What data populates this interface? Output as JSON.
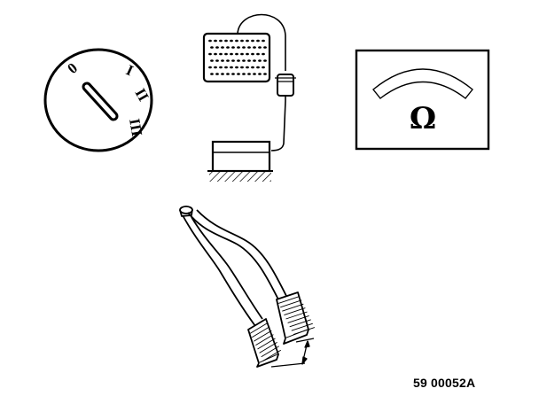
{
  "switch": {
    "positions": [
      "0",
      "I",
      "II",
      "III"
    ]
  },
  "meter": {
    "unit_symbol": "Ω"
  },
  "figure": {
    "reference": "59 00052A"
  },
  "icons": {
    "switch": "rotary-switch-icon",
    "gauge": "fuel-gauge-sender-icon",
    "meter": "ohmmeter-icon",
    "pedals": "pedal-assembly-icon"
  }
}
